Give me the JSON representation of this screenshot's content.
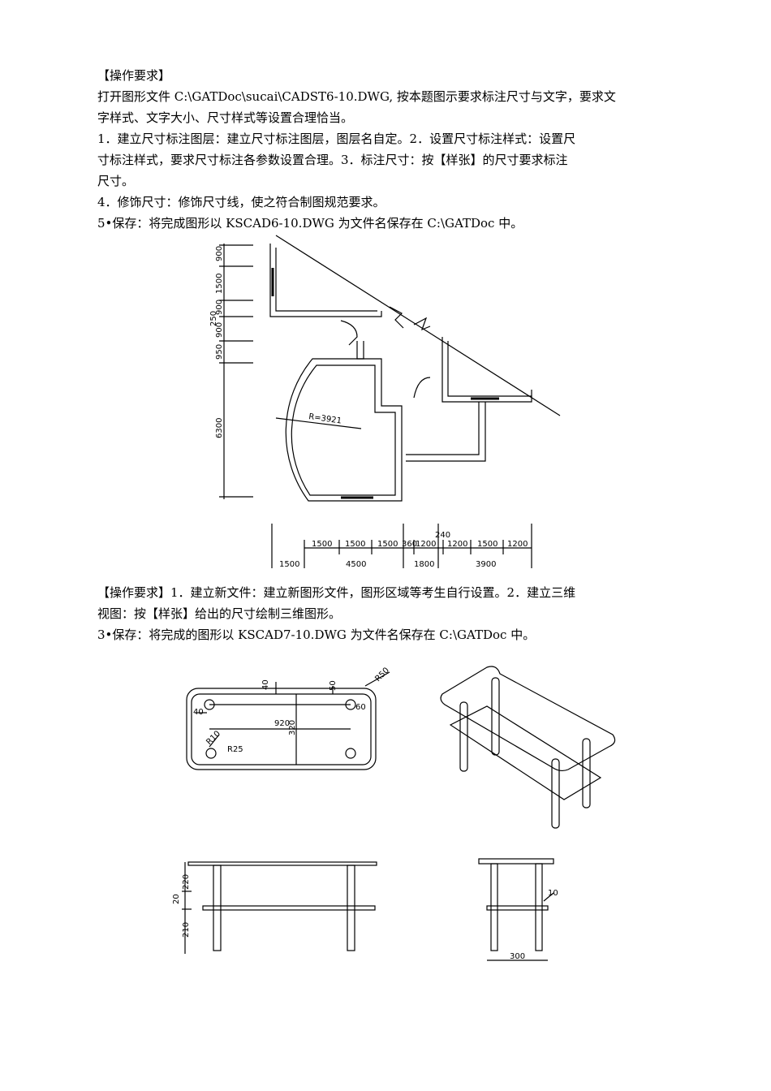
{
  "section1": {
    "lines": [
      "【操作要求】",
      "打开图形文件 C:\\GATDoc\\sucai\\CADST6-10.DWG, 按本题图示要求标注尺寸与文字，要求文",
      "字样式、文字大小、尺寸样式等设置合理恰当。",
      "1．建立尺寸标注图层：建立尺寸标注图层，图层名自定。2．设置尺寸标注样式：设置尺",
      "寸标注样式，要求尺寸标注各参数设置合理。3．标注尺寸：按【样张】的尺寸要求标注",
      "尺寸。",
      "4．修饰尺寸：修饰尺寸线，使之符合制图规范要求。",
      "5•保存：将完成图形以 KSCAD6-10.DWG 为文件名保存在 C:\\GATDoc 中。"
    ]
  },
  "floorplan": {
    "left_dims": [
      "900",
      "1500",
      "250",
      "900",
      "900",
      "950",
      "6300"
    ],
    "radius_label": "R=3921",
    "bottom_upper": [
      "1500",
      "1500",
      "1500",
      "360",
      "1200",
      "240",
      "1200",
      "1500",
      "1200"
    ],
    "bottom_lower": [
      "1500",
      "4500",
      "1800",
      "3900"
    ]
  },
  "section2": {
    "lines": [
      "【操作要求】1．建立新文件：建立新图形文件，图形区域等考生自行设置。2．建立三维",
      "视图：按【样张】给出的尺寸绘制三维图形。",
      "3•保存：将完成的图形以 KSCAD7-10.DWG 为文件名保存在 C:\\GATDoc 中。"
    ]
  },
  "table_top": {
    "dims": [
      "40",
      "50",
      "R50",
      "40",
      "920",
      "320",
      "60",
      "R10",
      "R25"
    ]
  },
  "table_front": {
    "dims": [
      "220",
      "20",
      "210"
    ]
  },
  "table_side": {
    "dims": [
      "10",
      "300"
    ]
  }
}
